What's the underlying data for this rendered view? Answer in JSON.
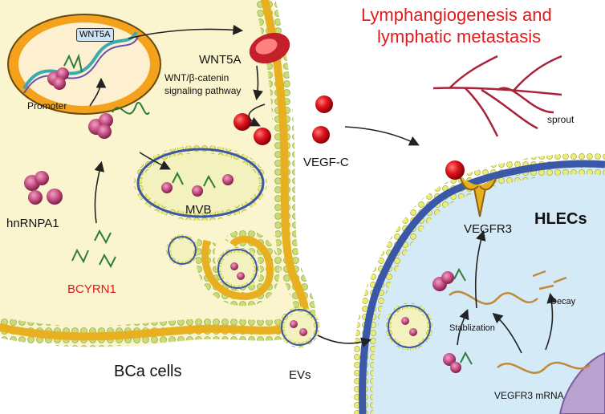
{
  "labels": {
    "title_line1": "Lymphangiogenesis and",
    "title_line2": "lymphatic metastasis",
    "wnt5a_box": "WNT5A",
    "promoter": "Promoter",
    "wnt5a_receptor": "WNT5A",
    "pathway_line1": "WNT/β-catenin",
    "pathway_line2": "signaling pathway",
    "vegfc": "VEGF-C",
    "sprout": "sprout",
    "hnrnpa1": "hnRNPA1",
    "mvb": "MVB",
    "bcyrn1": "BCYRN1",
    "vegfr3": "VEGFR3",
    "hlecs": "HLECs",
    "decay": "Decay",
    "stabilization": "Stablization",
    "vegfr3_mrna": "VEGFR3 mRNA",
    "bca_cells": "BCa cells",
    "evs": "EVs"
  },
  "colors": {
    "bca_cytoplasm": "#fbf5cf",
    "membrane_gold": "#e8b020",
    "membrane_bead": "#c8dc7a",
    "hlec_cytoplasm": "#d4eaf7",
    "hlec_membrane": "#3b57a8",
    "title_red": "#e01b1b",
    "vegfc_red": "#e0141c",
    "protein_pink": "#c0497a"
  }
}
